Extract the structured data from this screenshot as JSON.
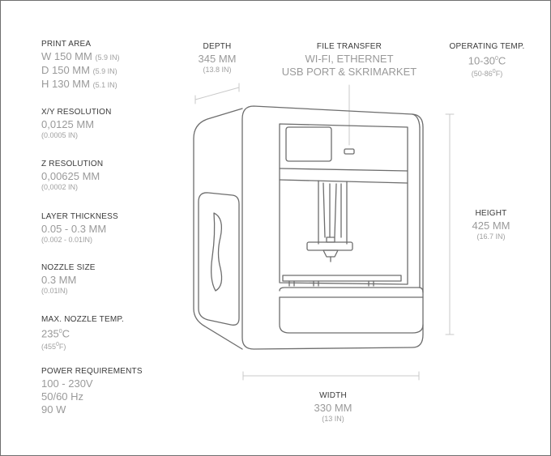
{
  "print_area": {
    "label": "PRINT AREA",
    "rows": [
      {
        "main": "W 150 MM",
        "sub": "(5.9 IN)"
      },
      {
        "main": "D 150 MM",
        "sub": "(5.9 IN)"
      },
      {
        "main": "H 130 MM",
        "sub": "(5.1 IN)"
      }
    ]
  },
  "xy_resolution": {
    "label": "X/Y RESOLUTION",
    "main": "0,0125 MM",
    "sub": "(0.0005 IN)"
  },
  "z_resolution": {
    "label": "Z RESOLUTION",
    "main": "0,00625 MM",
    "sub": "(0,0002 IN)"
  },
  "layer_thickness": {
    "label": "LAYER THICKNESS",
    "main": "0.05 - 0.3 MM",
    "sub": "(0.002 - 0.01IN)"
  },
  "nozzle_size": {
    "label": "NOZZLE SIZE",
    "main": "0.3 MM",
    "sub": "(0.01IN)"
  },
  "max_nozzle_temp": {
    "label": "MAX. NOZZLE TEMP.",
    "main_num": "235",
    "main_deg": "0",
    "main_unit": "C",
    "sub_open": "(455",
    "sub_deg": "0",
    "sub_close": "F)"
  },
  "power": {
    "label": "POWER REQUIREMENTS",
    "lines": [
      "100 - 230V",
      "50/60 Hz",
      "90 W"
    ]
  },
  "depth": {
    "label": "DEPTH",
    "main": "345 MM",
    "sub": "(13.8 IN)"
  },
  "file_transfer": {
    "label": "FILE TRANSFER",
    "lines": [
      "WI-FI, ETHERNET",
      "USB PORT & SKRIMARKET"
    ]
  },
  "operating_temp": {
    "label": "OPERATING TEMP.",
    "main_num": "10-30",
    "main_deg": "0",
    "main_unit": "C",
    "sub_open": "(50-86",
    "sub_deg": "0",
    "sub_close": "F)"
  },
  "height": {
    "label": "HEIGHT",
    "main": "425 MM",
    "sub": "(16.7 IN)"
  },
  "width": {
    "label": "WIDTH",
    "main": "330 MM",
    "sub": "(13 IN)"
  }
}
